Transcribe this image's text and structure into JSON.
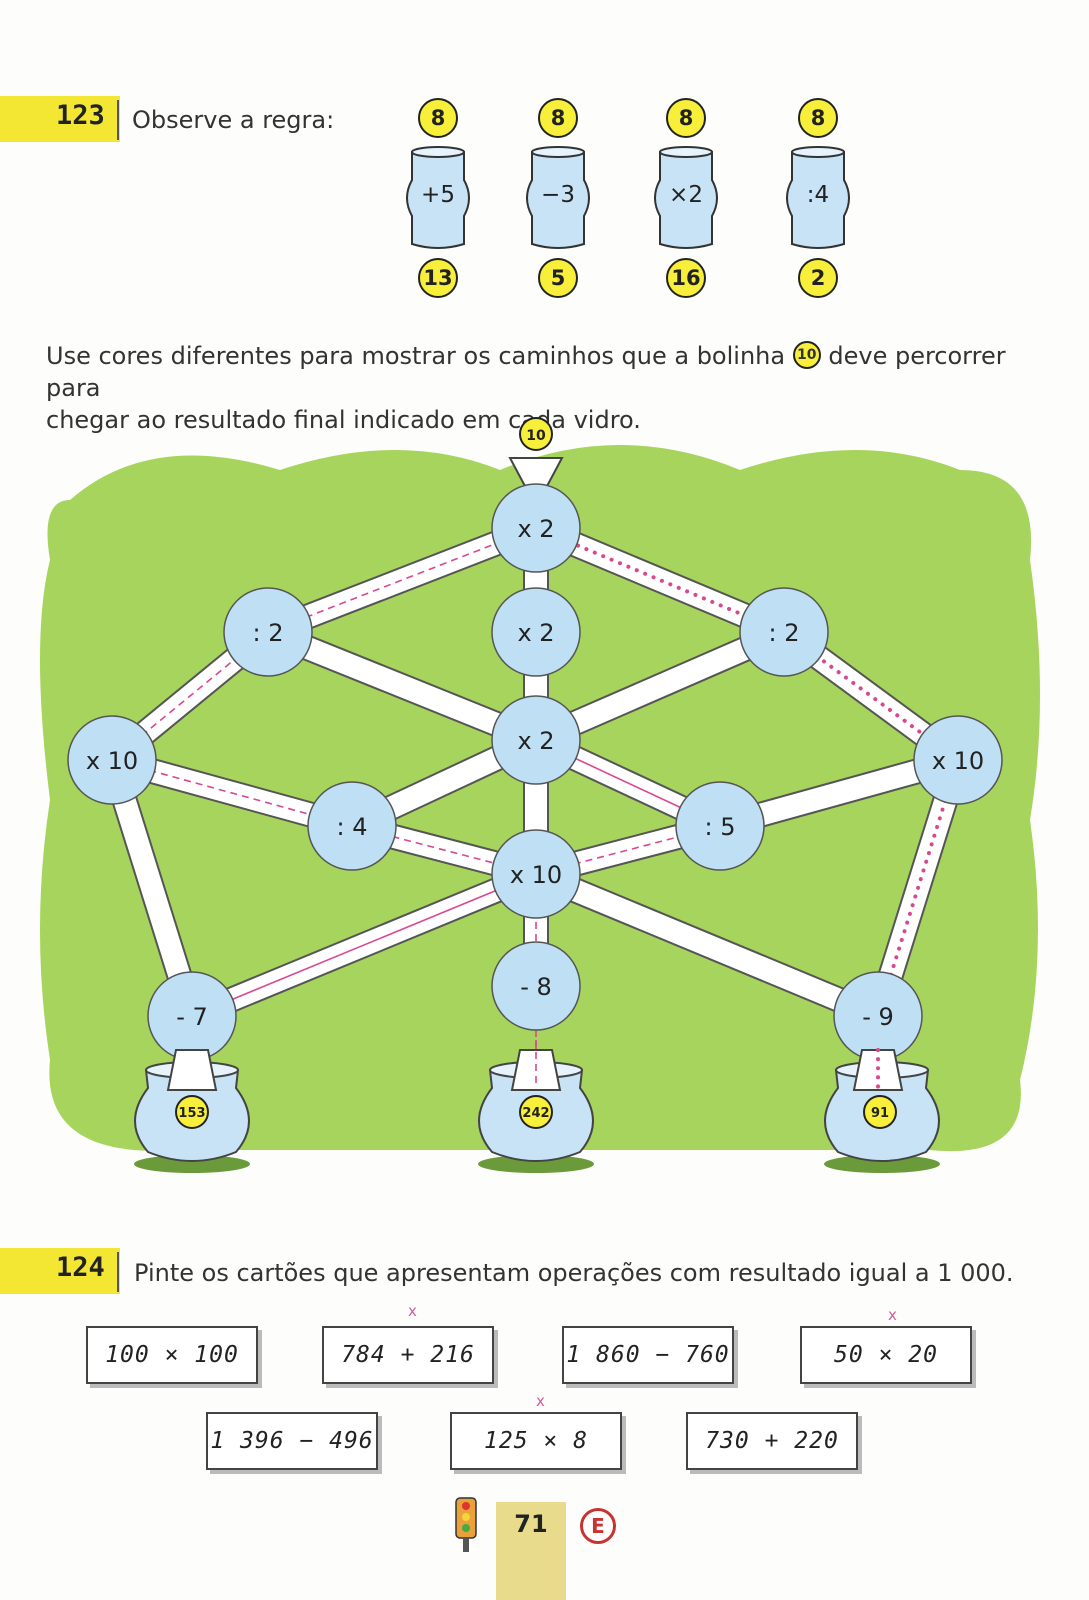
{
  "exercise_123": {
    "number": "123",
    "instruction": "Observe a regra:",
    "examples": [
      {
        "input": "8",
        "operation": "+5",
        "output": "13"
      },
      {
        "input": "8",
        "operation": "−3",
        "output": "5"
      },
      {
        "input": "8",
        "operation": "×2",
        "output": "16"
      },
      {
        "input": "8",
        "operation": ":4",
        "output": "2"
      }
    ],
    "prompt_before": "Use cores diferentes para mostrar os caminhos que a bolinha",
    "prompt_ball": "10",
    "prompt_after": "deve percorrer para",
    "prompt_line2": "chegar ao resultado final indicado em cada vidro.",
    "diagram": {
      "start_ball": "10",
      "nodes": {
        "top": "x 2",
        "mid_top": "x 2",
        "left_upper": ": 2",
        "right_upper": ": 2",
        "center": "x 2",
        "left_outer": "x 10",
        "right_outer": "x 10",
        "left_inner": ": 4",
        "right_inner": ": 5",
        "lower_center": "x 10",
        "bottom_mid": "- 8",
        "bottom_left": "- 7",
        "bottom_right": "- 9"
      },
      "pots": [
        "153",
        "242",
        "91"
      ],
      "colors": {
        "background_green": "#a7d45c",
        "node_blue": "#bfe0f4",
        "path_pink": "#d9488f",
        "ball_yellow": "#f7ef3a"
      }
    }
  },
  "exercise_124": {
    "number": "124",
    "instruction": "Pinte os cartões que apresentam operações com resultado igual a 1 000.",
    "cards": [
      "100 × 100",
      "784 + 216",
      "1 860 − 760",
      "50 × 20",
      "1 396 − 496",
      "125 × 8",
      "730 + 220"
    ],
    "mark": "x"
  },
  "footer": {
    "page_number": "71",
    "badge": "E"
  }
}
